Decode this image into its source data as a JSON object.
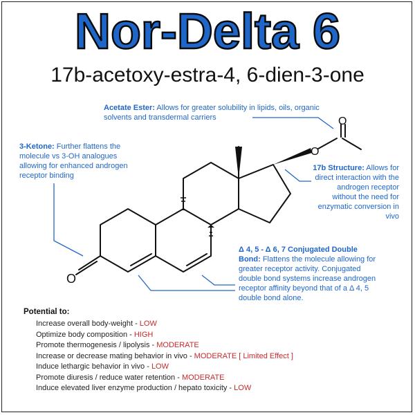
{
  "title": "Nor-Delta 6",
  "subtitle": "17b-acetoxy-estra-4, 6-dien-3-one",
  "notes": {
    "acetate": {
      "label": "Acetate Ester:",
      "text": " Allows for greater solubility in lipids, oils, organic solvents and transdermal carriers"
    },
    "ketone": {
      "label": "3-Ketone:",
      "text": " Further flattens the molecule vs 3-OH analogues allowing for enhanced androgen receptor binding"
    },
    "structure17b": {
      "label": "17b Structure:",
      "text": " Allows for direct interaction with the androgen receptor without the need for enzymatic conversion in vivo"
    },
    "delta": {
      "label": "Δ 4, 5  -  Δ 6, 7  Conjugated Double Bond:",
      "text": "  Flattens the molecule allowing for greater receptor activity. Conjugated double bond systems increase androgen receptor affinity beyond that of a Δ 4, 5 double bond alone."
    }
  },
  "atoms": {
    "o_ketone": "O",
    "o_ester": "O",
    "o_carbonyl": "O"
  },
  "colors": {
    "accent": "#1f66c9",
    "level": "#c62a2a",
    "text": "#222222"
  },
  "potential": {
    "heading": "Potential to:",
    "items": [
      {
        "text": "Increase overall body-weight - ",
        "level": "LOW"
      },
      {
        "text": "Optimize body composition - ",
        "level": "HIGH"
      },
      {
        "text": "Promote thermogenesis / lipolysis - ",
        "level": "MODERATE"
      },
      {
        "text": "Increase or decrease mating behavior in vivo - ",
        "level": "MODERATE  [ Limited Effect ]"
      },
      {
        "text": "Induce lethargic behavior in vivo - ",
        "level": "LOW"
      },
      {
        "text": "Promote diuresis / reduce water retention - ",
        "level": "MODERATE"
      },
      {
        "text": "Induce elevated liver enzyme production / hepato toxicity - ",
        "level": "LOW"
      }
    ]
  }
}
